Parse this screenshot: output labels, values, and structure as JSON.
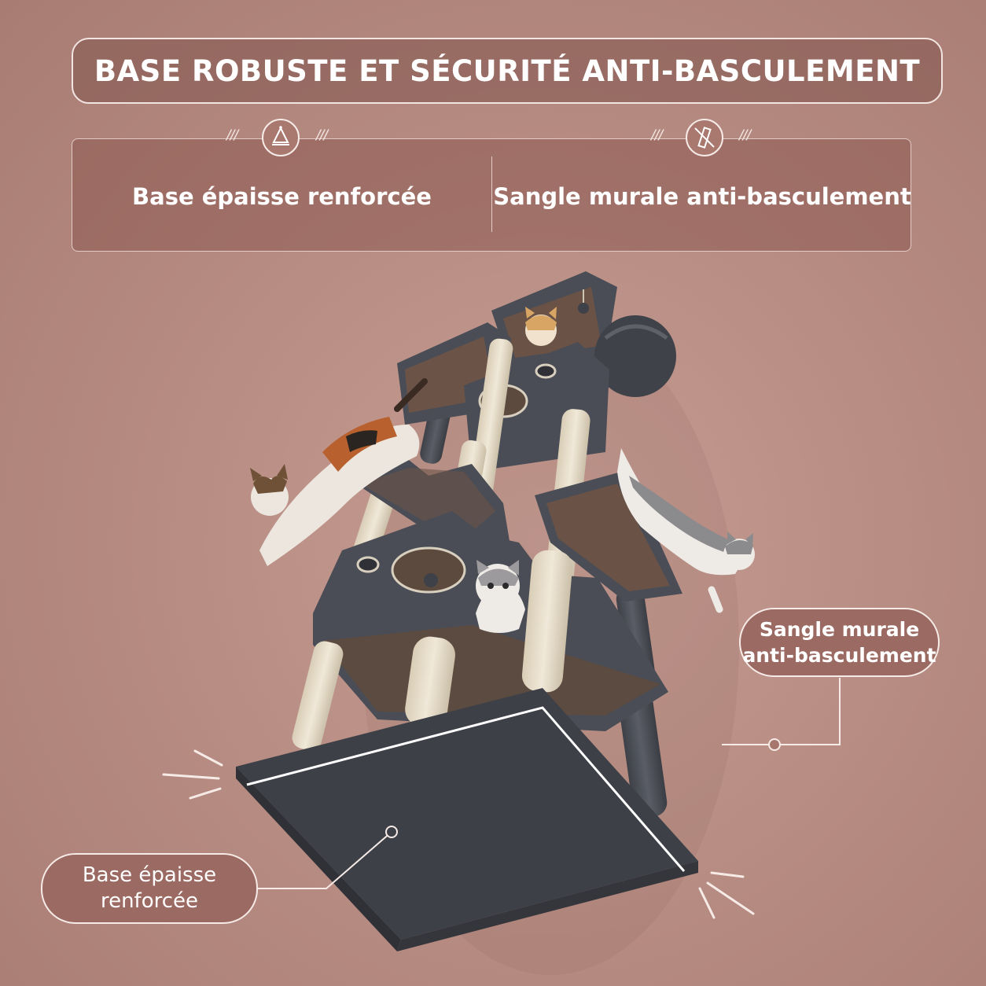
{
  "header": {
    "title": "BASE ROBUSTE ET SÉCURITÉ ANTI-BASCULEMENT"
  },
  "features": {
    "left": {
      "label": "Base épaisse renforcée",
      "icon": "cat-bed-base-icon"
    },
    "right": {
      "label": "Sangle murale anti-basculement",
      "icon": "no-tip-over-icon"
    }
  },
  "callouts": {
    "wall_strap": {
      "line1": "Sangle murale",
      "line2": "anti-basculement"
    },
    "base": {
      "line1": "Base épaisse",
      "line2": "renforcée"
    }
  },
  "colors": {
    "background": "#b58a80",
    "panel": "#8c5a52",
    "furniture_grey": "#4a4d55",
    "sisal": "#e7ddc9",
    "accent_white": "#f6ebe7"
  }
}
